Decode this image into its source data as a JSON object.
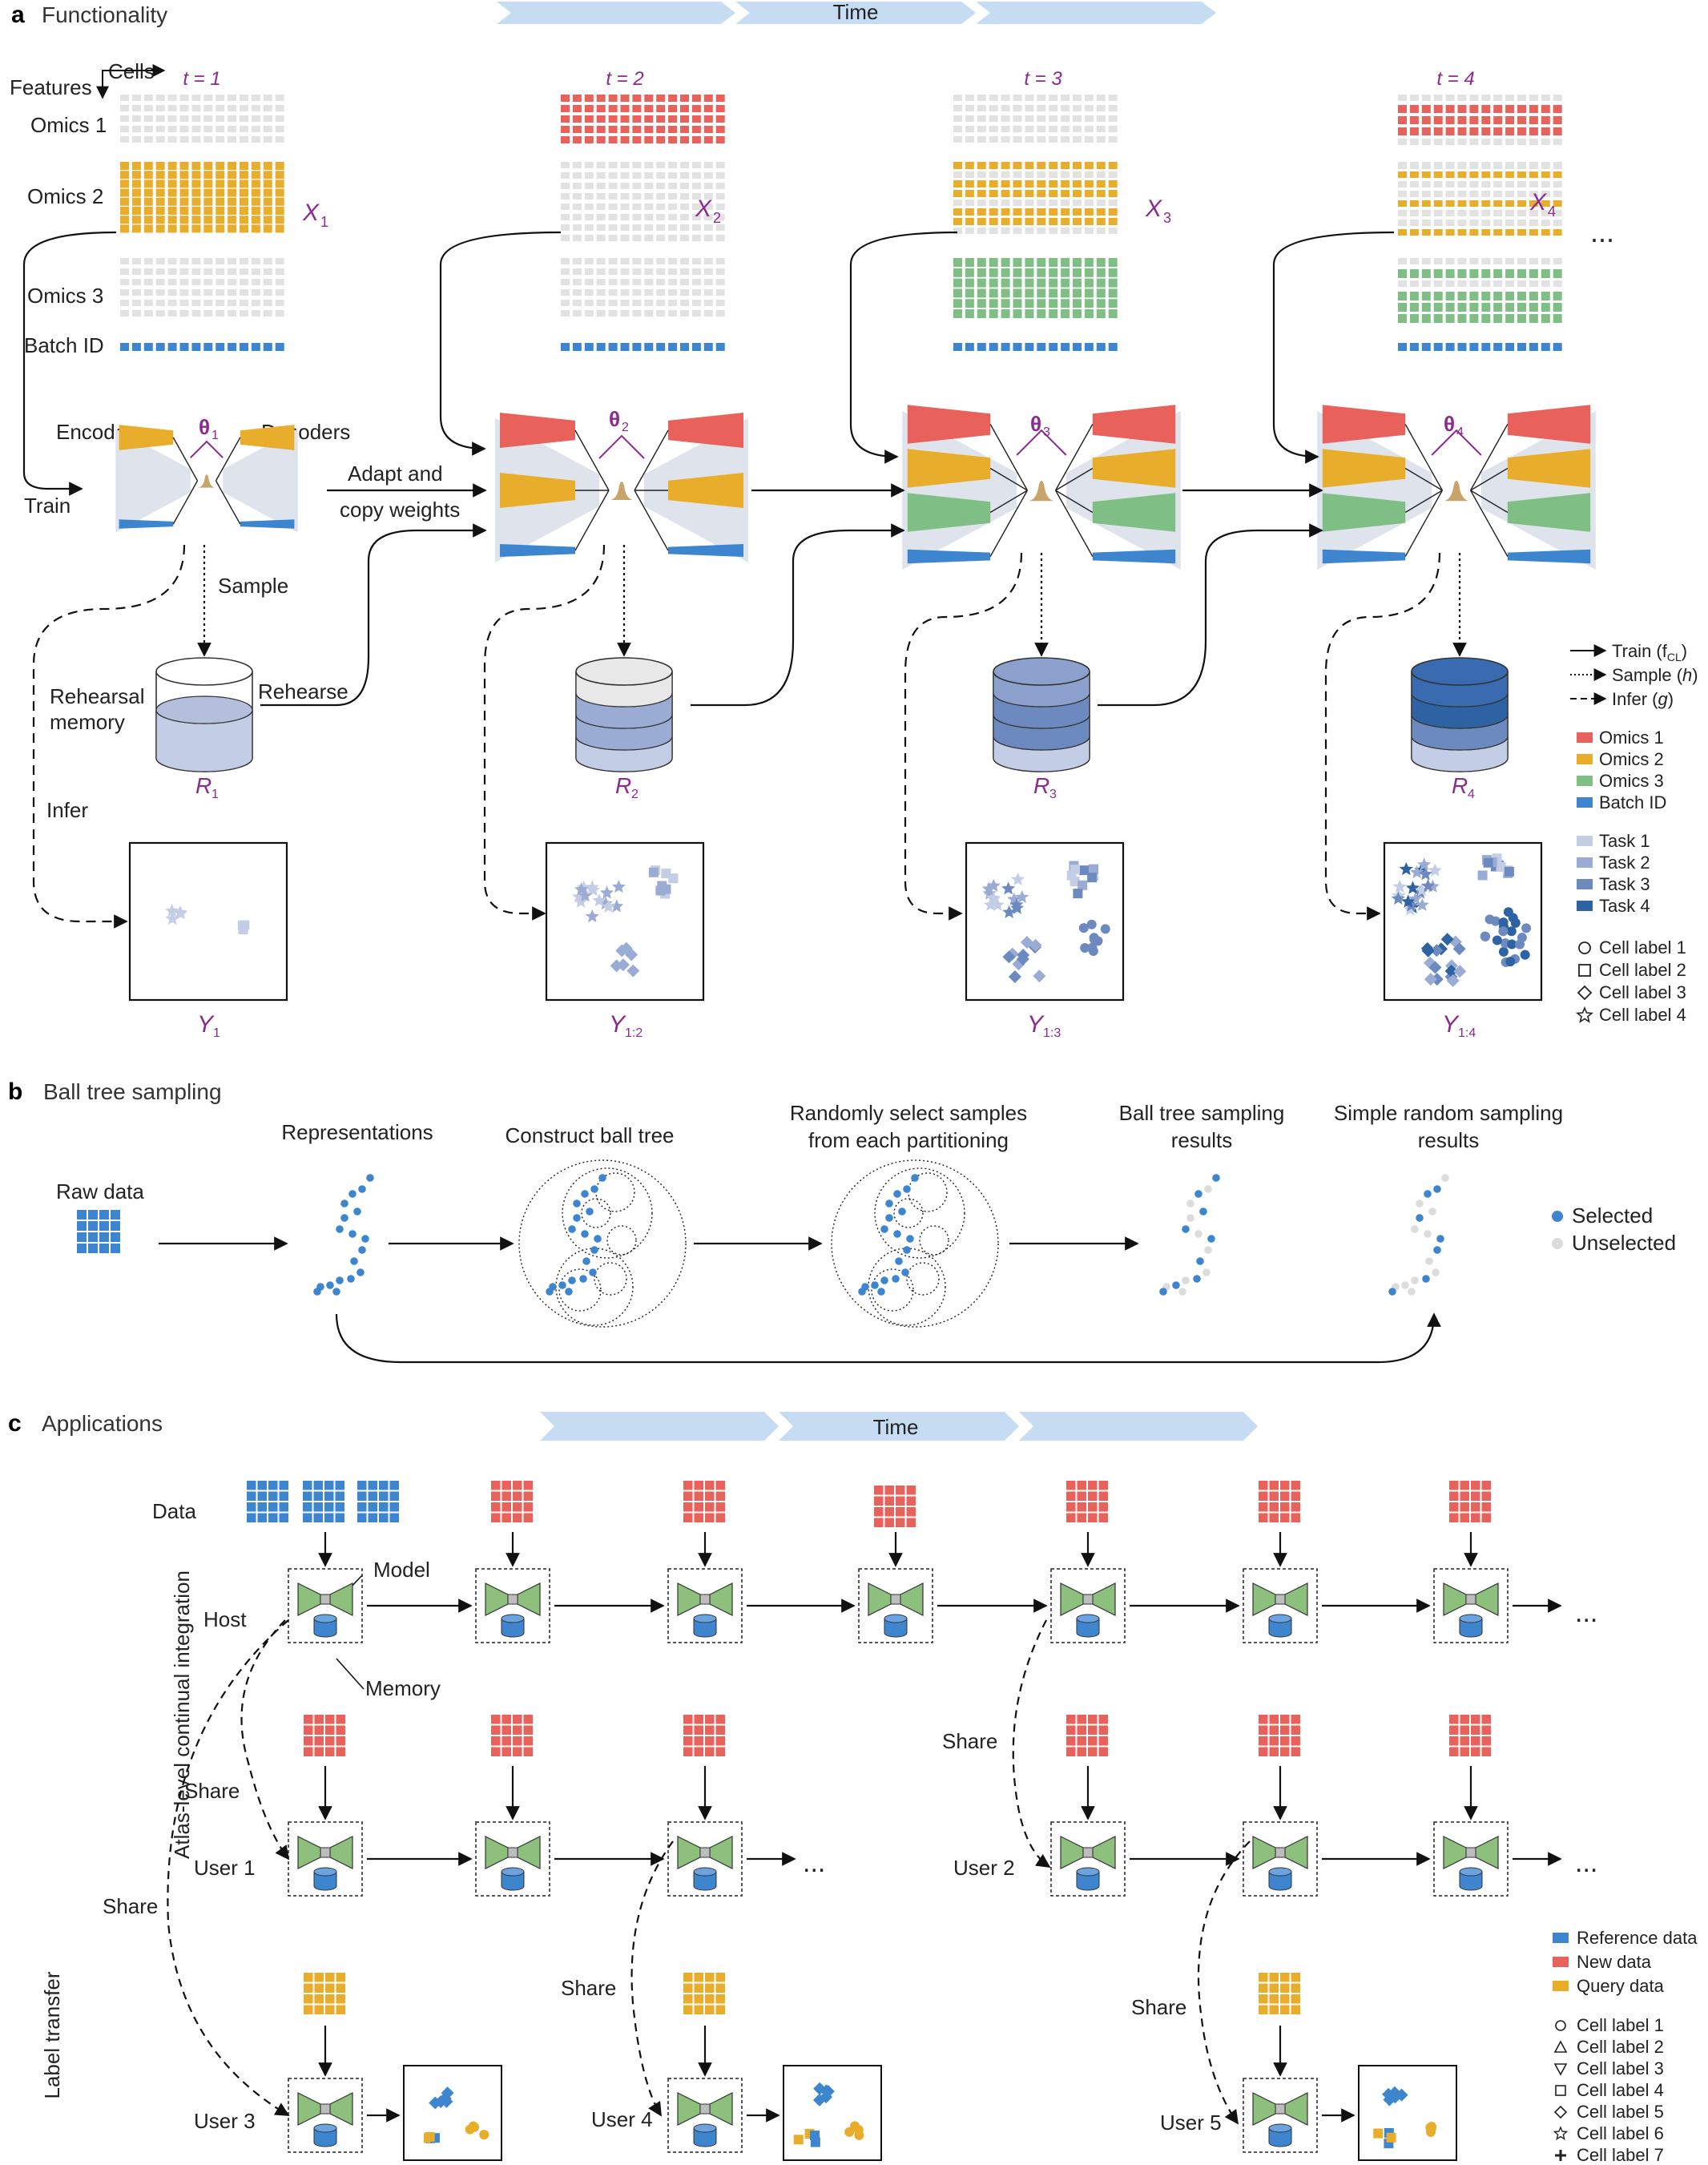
{
  "colors": {
    "omics1": "#e8615b",
    "omics2": "#e9ad2c",
    "omics3": "#7fbe84",
    "batch": "#3d86cf",
    "empty": "#e2e2e2",
    "task1": "#c3cde6",
    "task2": "#9bacd4",
    "task3": "#6d8ac0",
    "task4": "#2d63a3",
    "model_green": "#8dc07d",
    "memory_blue": "#3d86cf",
    "time_arrow": "#c6dcf3",
    "purple": "#8b2a8f"
  },
  "panel_a": {
    "letter": "a",
    "title": "Functionality",
    "time_label": "Time",
    "cells_label": "Cells",
    "features_label": "Features",
    "row_labels": [
      "Omics 1",
      "Omics 2",
      "Omics 3",
      "Batch ID"
    ],
    "timepoints": [
      "t = 1",
      "t = 2",
      "t = 3",
      "t = 4"
    ],
    "x_main": "X",
    "x_subs": [
      "1",
      "2",
      "3",
      "4"
    ],
    "encoders_label": "Encoders",
    "decoders_label": "Decoders",
    "train_label": "Train",
    "theta": "θ",
    "theta_subs": [
      "1",
      "2",
      "3",
      "4"
    ],
    "adapt_label_1": "Adapt and",
    "adapt_label_2": "copy weights",
    "sample_label": "Sample",
    "rehearsal_label_1": "Rehearsal",
    "rehearsal_label_2": "memory",
    "rehearse_label": "Rehearse",
    "infer_label": "Infer",
    "r_main": "R",
    "r_subs": [
      "1",
      "2",
      "3",
      "4"
    ],
    "y_main": "Y",
    "y_subs": [
      "1",
      "1:2",
      "1:3",
      "1:4"
    ],
    "ellipsis": "...",
    "legend_lines": [
      {
        "text": "Train (f",
        "sub": "CL",
        "end": ")"
      },
      {
        "text": "Sample (",
        "it": "h",
        "end": ")"
      },
      {
        "text": "Infer (",
        "it": "g",
        "end": ")"
      }
    ],
    "legend_colors": [
      "Omics 1",
      "Omics 2",
      "Omics 3",
      "Batch ID"
    ],
    "legend_tasks": [
      "Task 1",
      "Task 2",
      "Task 3",
      "Task 4"
    ],
    "legend_cells": [
      "Cell label 1",
      "Cell label 2",
      "Cell label 3",
      "Cell label 4"
    ]
  },
  "panel_b": {
    "letter": "b",
    "title": "Ball tree sampling",
    "steps": [
      "Raw data",
      "Representations",
      "Construct ball tree",
      "Randomly select samples",
      "from each partitioning",
      "Ball tree sampling",
      "results",
      "Simple random sampling",
      "results"
    ],
    "legend": [
      "Selected",
      "Unselected"
    ],
    "selected_color": "#3d86cf",
    "unselected_color": "#dcdcdc"
  },
  "panel_c": {
    "letter": "c",
    "title": "Applications",
    "time_label": "Time",
    "data_label": "Data",
    "host_label": "Host",
    "model_label": "Model",
    "memory_label": "Memory",
    "share_label": "Share",
    "users": [
      "User 1",
      "User 2",
      "User 3",
      "User 4",
      "User 5"
    ],
    "side_label_1": "Atlas-level continual integration",
    "side_label_2": "Label transfer",
    "ellipsis": "...",
    "legend_data": [
      "Reference data",
      "New data",
      "Query data"
    ],
    "legend_cells": [
      "Cell label 1",
      "Cell label 2",
      "Cell label 3",
      "Cell label 4",
      "Cell label 5",
      "Cell label 6",
      "Cell label 7"
    ]
  }
}
